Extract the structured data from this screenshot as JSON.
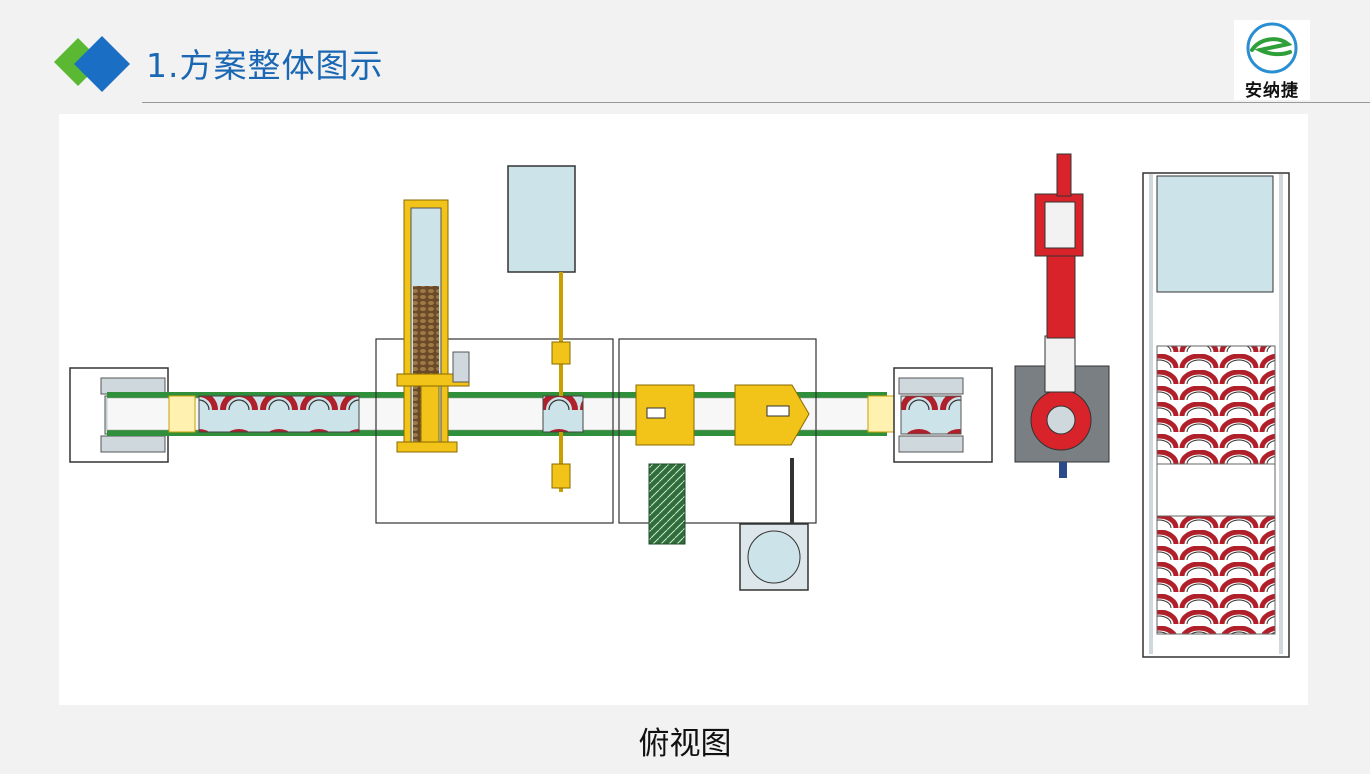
{
  "slide": {
    "title": "1.方案整体图示",
    "logo_text": "安纳捷",
    "caption": "俯视图"
  },
  "colors": {
    "title_blue": "#1a67b3",
    "accent_green": "#5bb832",
    "accent_blue": "#1a6fc4",
    "machine_yellow": "#f2c318",
    "robot_red": "#d9232a",
    "conveyor_green": "#2f8f3a",
    "panel_blue": "#cde3ea"
  },
  "icons": [
    "diamond-logo-icon",
    "company-logo-icon"
  ]
}
